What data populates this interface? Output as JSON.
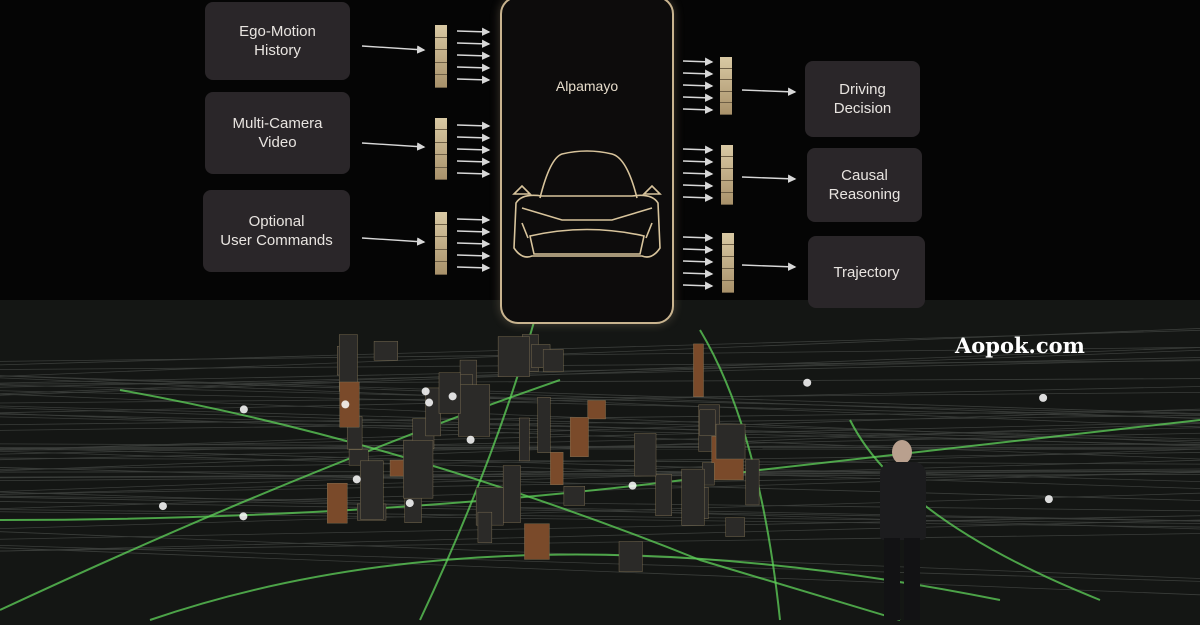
{
  "diagram": {
    "inputs": [
      {
        "label_line1": "Ego-Motion",
        "label_line2": "History"
      },
      {
        "label_line1": "Multi-Camera",
        "label_line2": "Video"
      },
      {
        "label_line1": "Optional",
        "label_line2": "User Commands"
      }
    ],
    "model": {
      "name": "Alpamayo"
    },
    "outputs": [
      {
        "label_line1": "Driving",
        "label_line2": "Decision"
      },
      {
        "label_line1": "Causal",
        "label_line2": "Reasoning"
      },
      {
        "label_line1": "Trajectory",
        "label_line2": ""
      }
    ]
  },
  "watermark": "Aopok.com",
  "colors": {
    "gold": "#c9b48f",
    "box": "#2a2629",
    "road_green": "#5fd35a"
  }
}
